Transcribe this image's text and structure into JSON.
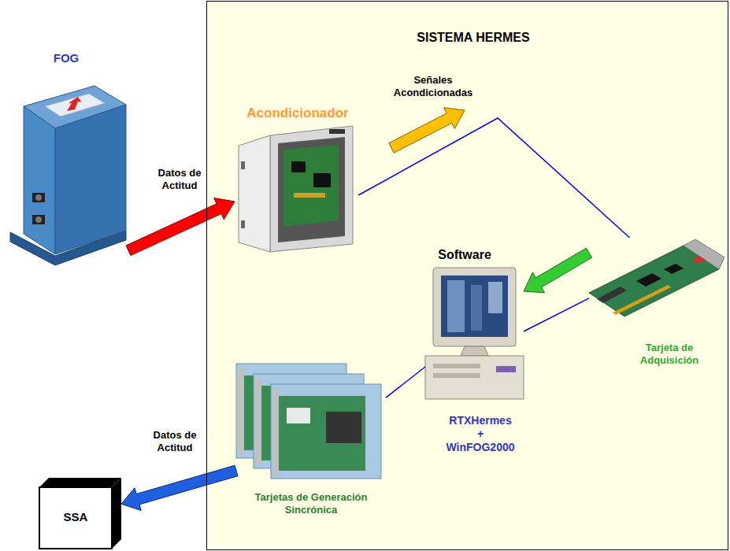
{
  "diagram": {
    "nodes": [
      {
        "text": [
          "FOG"
        ]
      },
      {
        "text": [
          "SISTEMA HERMES"
        ]
      },
      {
        "text": [
          "Acondicionador"
        ],
        "in": 1
      },
      {
        "text": [
          "Software",
          "RTXHermes + WinFOG2000"
        ],
        "in": 1
      },
      {
        "text": [
          "Tarjeta de Adquisición"
        ],
        "in": 1
      },
      {
        "text": [
          "Tarjetas de Generación Sincrónica"
        ],
        "in": 1
      },
      {
        "text": [
          "SSA"
        ]
      }
    ],
    "edges": [
      {
        "from": 0,
        "to": 2,
        "arrow": "to",
        "label": "Datos de Actitud"
      },
      {
        "from": 2,
        "to": 4,
        "arrow": "none"
      },
      {
        "from": 4,
        "to": 3,
        "arrow": "to"
      },
      {
        "from": 3,
        "to": 4,
        "arrow": "none"
      },
      {
        "from": 5,
        "to": 3,
        "arrow": "none"
      },
      {
        "from": 5,
        "to": 6,
        "arrow": "to",
        "label": "Datos de Actitud"
      }
    ],
    "labels": [
      "Señales Acondicionadas"
    ]
  }
}
